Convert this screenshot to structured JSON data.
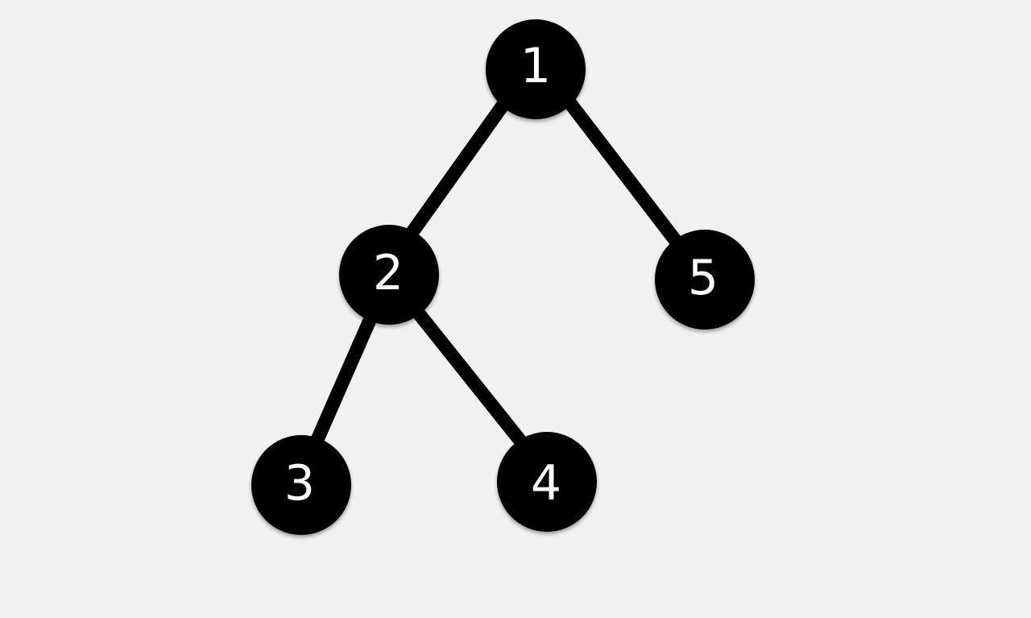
{
  "diagram": {
    "type": "tree",
    "colors": {
      "background": "#f1f1f1",
      "node_fill": "#000000",
      "node_text": "#ffffff",
      "edge": "#000000"
    },
    "nodes": [
      {
        "id": "1",
        "label": "1"
      },
      {
        "id": "2",
        "label": "2"
      },
      {
        "id": "3",
        "label": "3"
      },
      {
        "id": "4",
        "label": "4"
      },
      {
        "id": "5",
        "label": "5"
      }
    ],
    "edges": [
      {
        "from": "1",
        "to": "2"
      },
      {
        "from": "1",
        "to": "5"
      },
      {
        "from": "2",
        "to": "3"
      },
      {
        "from": "2",
        "to": "4"
      }
    ]
  }
}
